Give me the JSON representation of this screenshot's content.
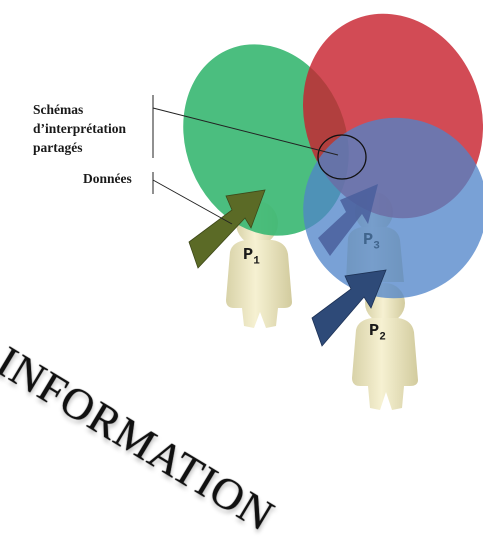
{
  "labels": {
    "shared_schemas": "Schémas d’interprétation partagés",
    "data": "Données"
  },
  "people": [
    {
      "letter": "P",
      "index": "1"
    },
    {
      "letter": "P",
      "index": "2"
    },
    {
      "letter": "P",
      "index": "3"
    }
  ],
  "banner": "INFORMATION",
  "colors": {
    "green": "#3cb874",
    "red": "#c8232f",
    "blue": "#5b8ccf",
    "olive_arrow": "#5b6a26",
    "blue_arrow": "#2e4a78",
    "figure": "#f2ecc7"
  }
}
